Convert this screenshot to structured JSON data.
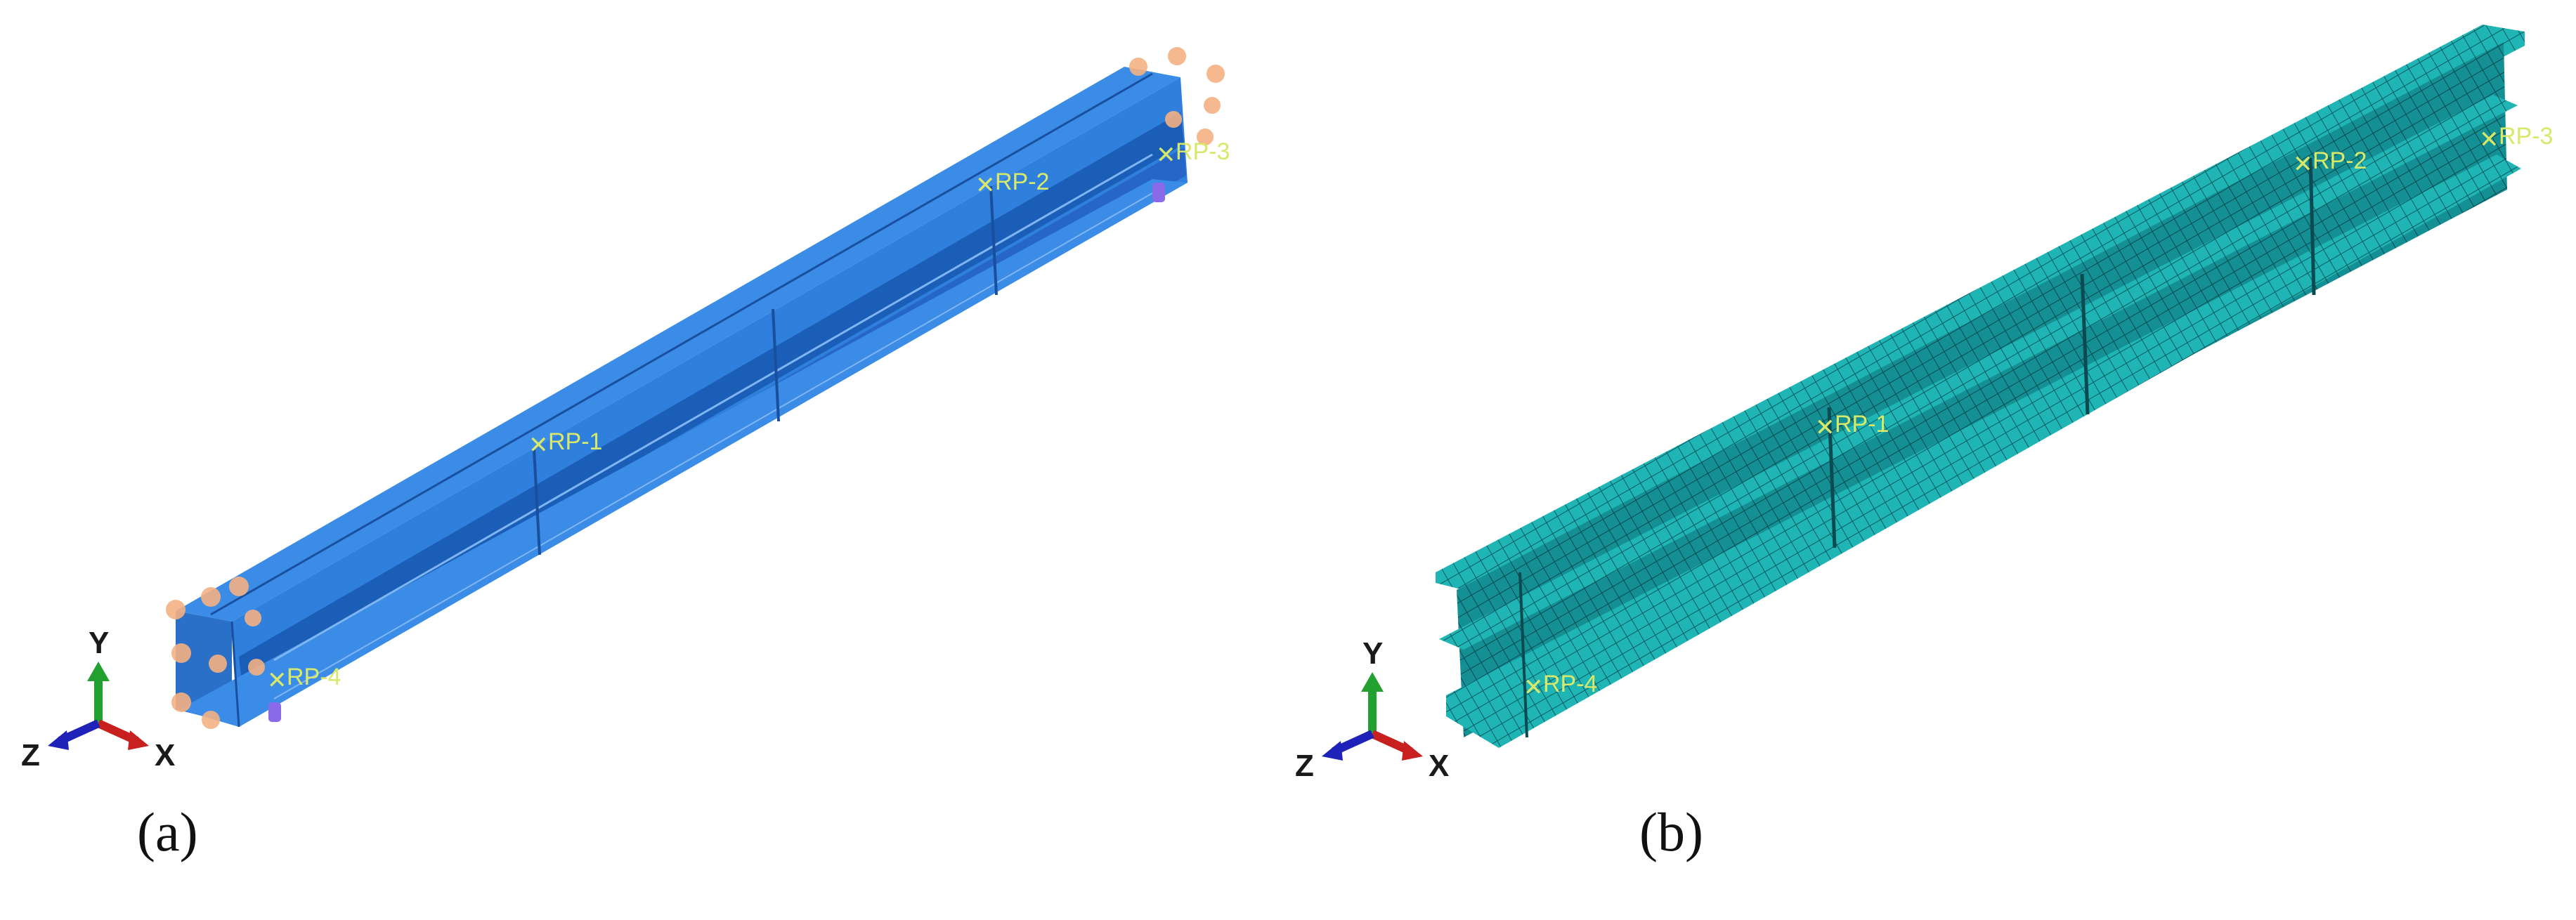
{
  "figure": {
    "panels": [
      {
        "id": "a",
        "caption": "(a)",
        "description": "Boundary conditions and loading on steel beam model",
        "body_color": "#2f7fdc",
        "body_shadow_color": "#1b5eb8",
        "constraint_color": "#f4b183",
        "load_marker_color": "#8a6ae8",
        "reference_points": [
          "RP-1",
          "RP-2",
          "RP-3",
          "RP-4"
        ]
      },
      {
        "id": "b",
        "caption": "(b)",
        "description": "Finite element mesh of steel beam model",
        "body_color": "#1fb5b5",
        "body_shadow_color": "#128a8f",
        "mesh_line_color": "#0d5a60",
        "reference_points": [
          "RP-1",
          "RP-2",
          "RP-3",
          "RP-4"
        ]
      }
    ],
    "axis_triad": {
      "labels": {
        "x": "X",
        "y": "Y",
        "z": "Z"
      },
      "colors": {
        "x": "#c8201e",
        "y": "#22a030",
        "z": "#1e22b8"
      }
    },
    "rp_label_color": "#d8e86a"
  }
}
